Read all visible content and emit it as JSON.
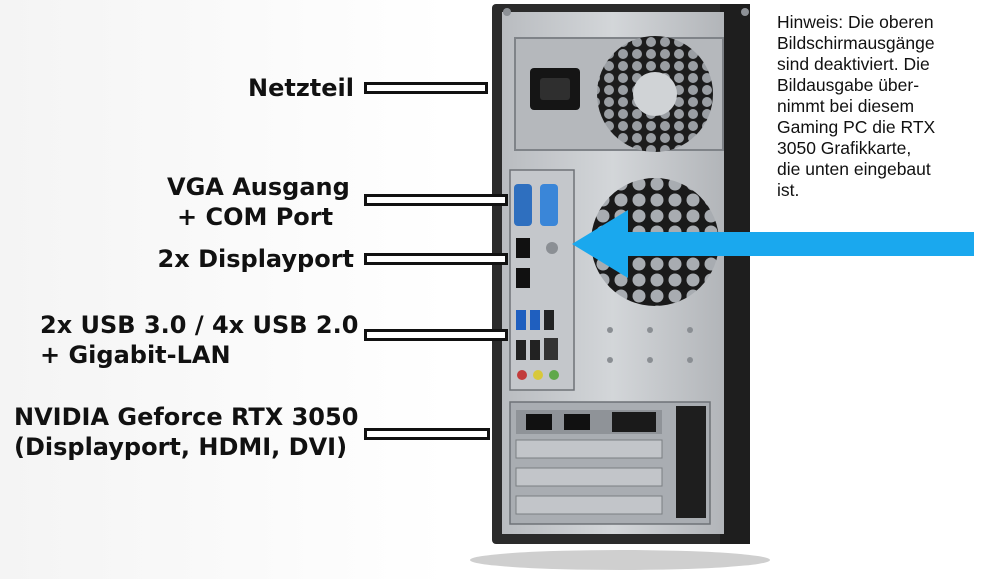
{
  "labels": {
    "psu": "Netzteil",
    "vga_line1": "VGA Ausgang",
    "vga_line2": "+ COM Port",
    "displayport": "2x Displayport",
    "usb_line1": "2x USB 3.0 / 4x USB 2.0",
    "usb_line2": "+ Gigabit-LAN",
    "gpu_line1": "NVIDIA Geforce RTX 3050",
    "gpu_line2": "(Displayport, HDMI, DVI)"
  },
  "note": {
    "lines": [
      "Hinweis: Die oberen",
      "Bildschirmausgänge",
      "sind deaktiviert. Die",
      "Bildausgabe über-",
      "nimmt bei diesem",
      "Gaming PC die RTX",
      "3050 Grafikkarte,",
      "die unten eingebaut",
      "ist."
    ]
  },
  "colors": {
    "arrow": "#1aa8ee",
    "case_frame": "#2b2b2b",
    "case_panel": "#c9ccd0"
  }
}
